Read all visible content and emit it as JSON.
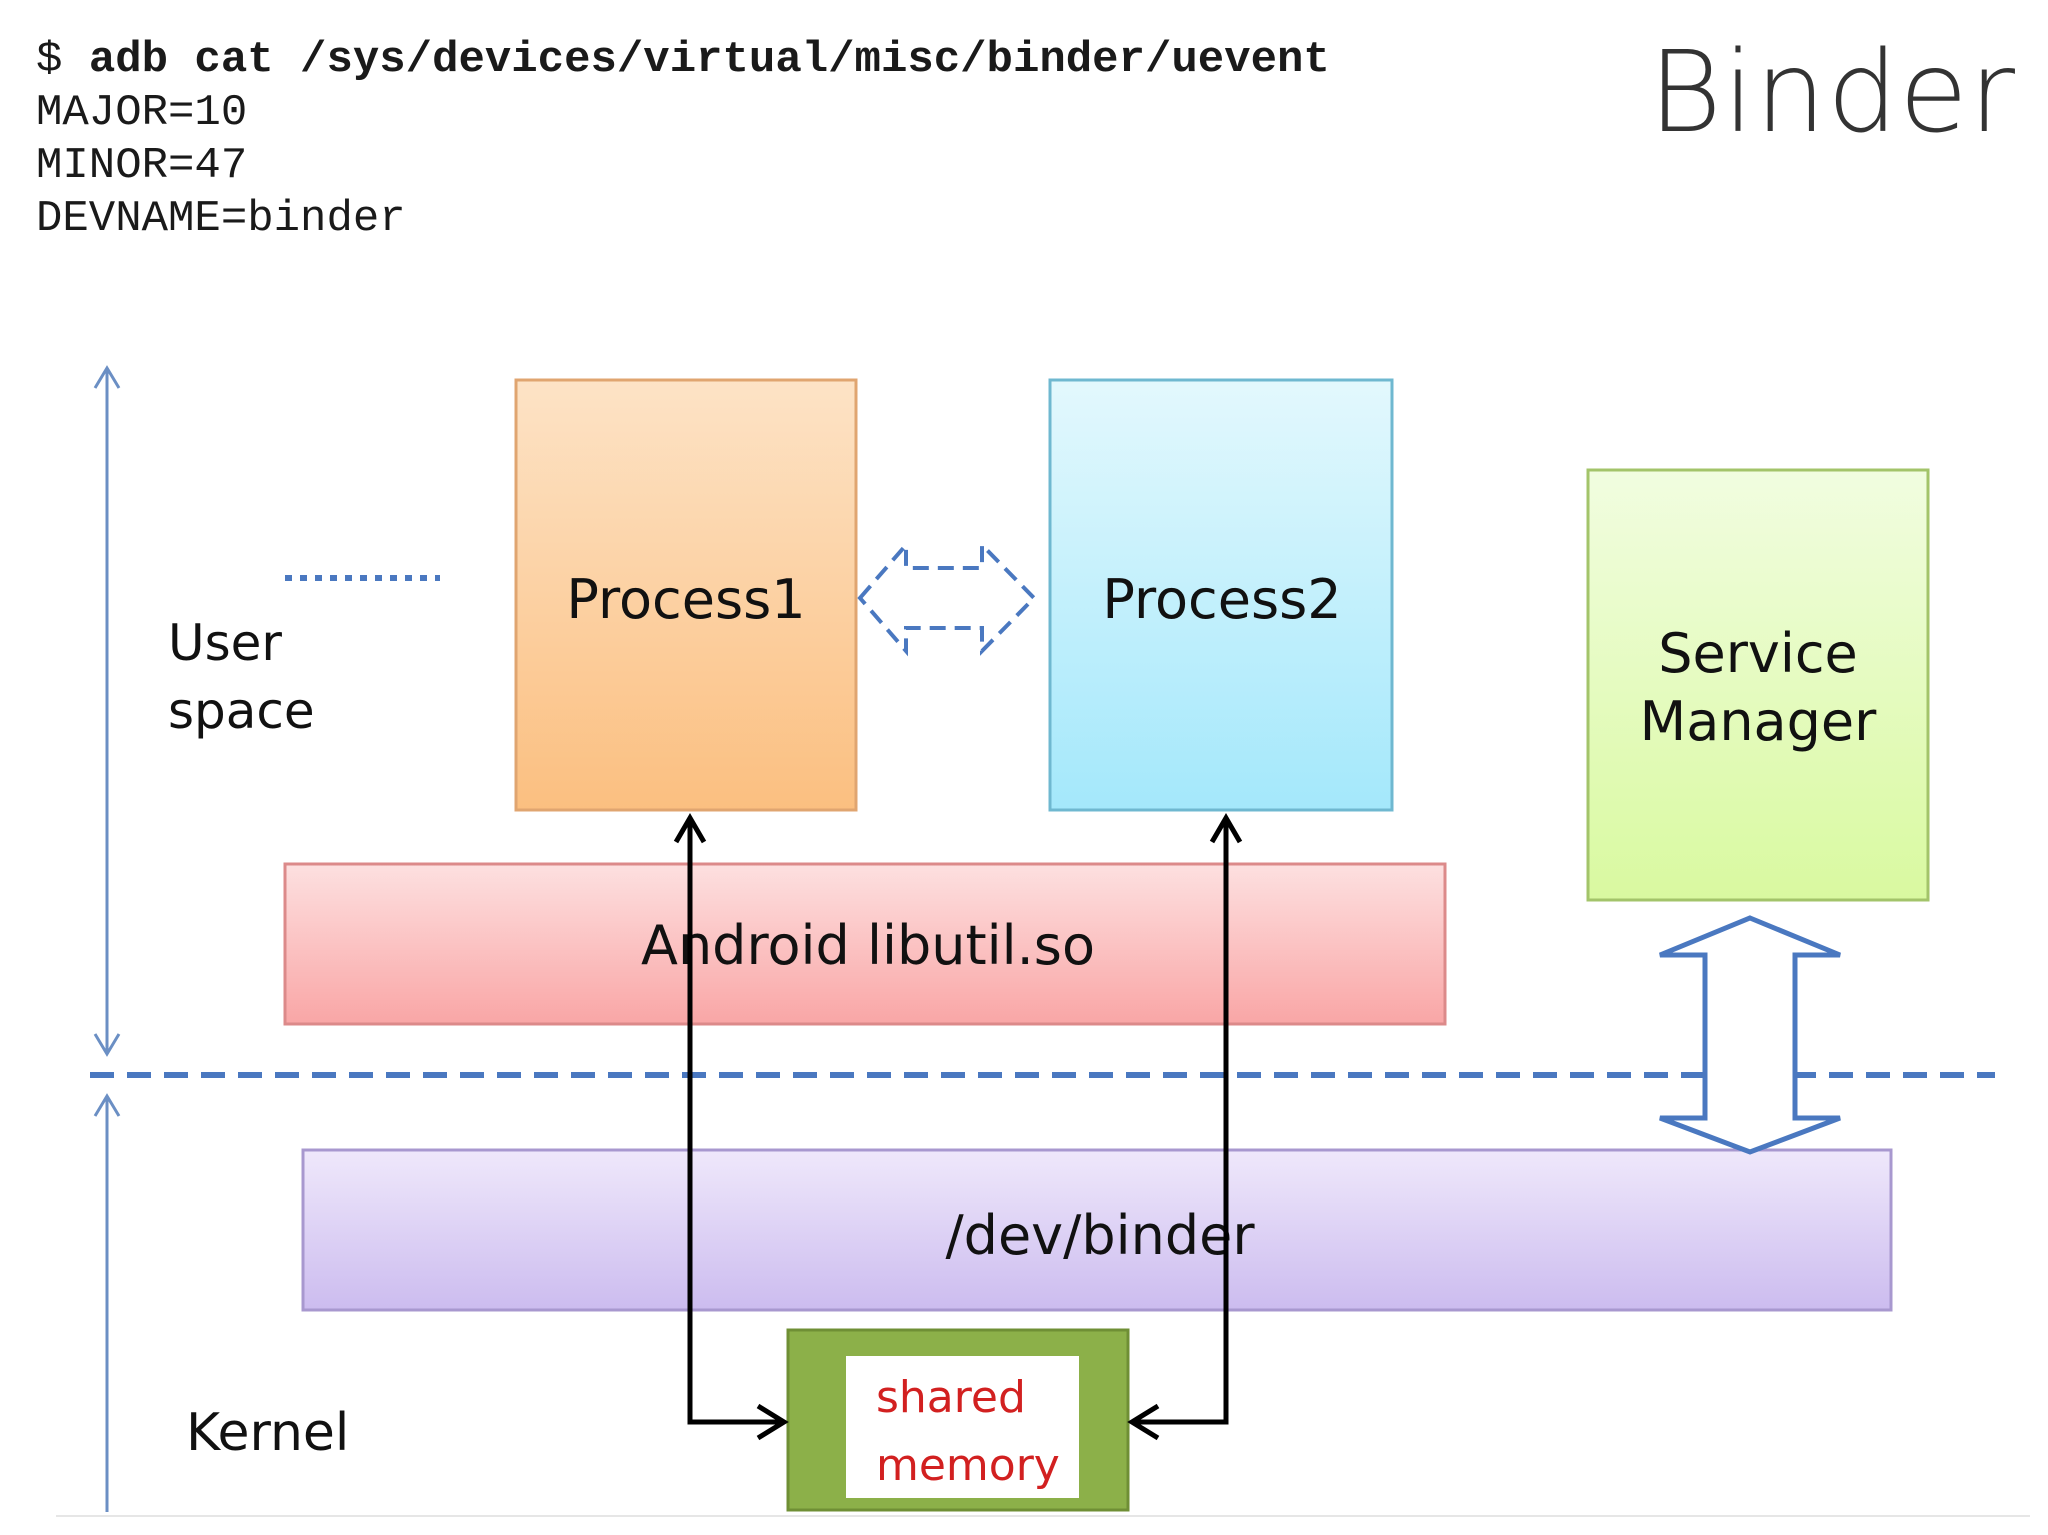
{
  "terminal": {
    "prompt": "$ ",
    "command": "adb cat /sys/devices/virtual/misc/binder/uevent",
    "output": [
      "MAJOR=10",
      "MINOR=47",
      "DEVNAME=binder"
    ]
  },
  "title": "Binder",
  "diagram": {
    "user_space": [
      "User",
      "space"
    ],
    "kernel": "Kernel",
    "process1": "Process1",
    "process2": "Process2",
    "service_manager": [
      "Service",
      "Manager"
    ],
    "libutil": "Android libutil.so",
    "dev_binder": "/dev/binder",
    "shared_memory": [
      "shared",
      "memory"
    ],
    "colors": {
      "process1": "#fbbf80",
      "process2": "#a4e8fb",
      "service_manager": "#d9f9a0",
      "libutil": "#f9a6a6",
      "dev_binder": "#ccbcef",
      "shared_memory_border": "#8cb049",
      "shared_memory_text": "#d22020",
      "divider": "#4a78c0"
    }
  }
}
